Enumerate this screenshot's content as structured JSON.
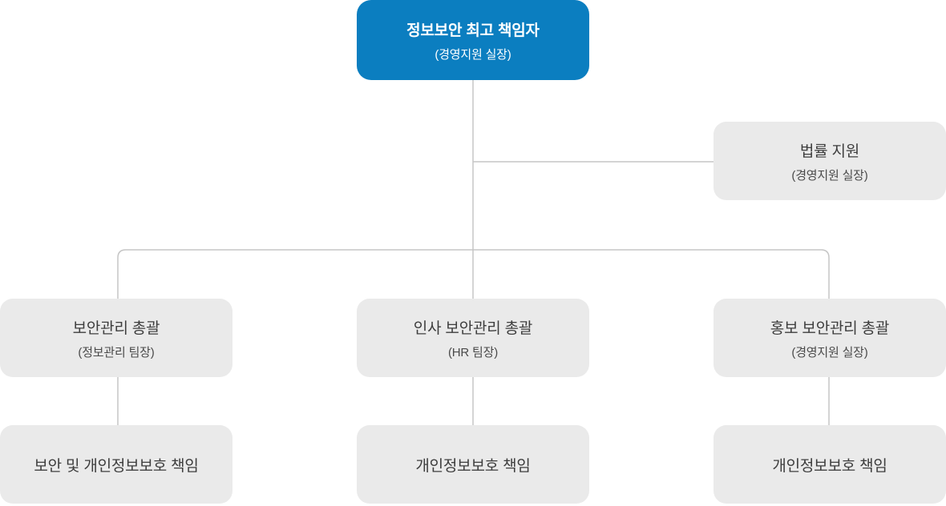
{
  "colors": {
    "primary_blue": "#0B7EC0",
    "box_gray": "#EAEAEA",
    "line_gray": "#C5C5C5",
    "text_on_blue": "#FFFFFF",
    "text_dark": "#3D3D3D",
    "text_sub": "#4A4A4A"
  },
  "org_chart": {
    "root": {
      "title": "정보보안 최고 책임자",
      "subtitle": "(경영지원 실장)"
    },
    "legal_support": {
      "title": "법률 지원",
      "subtitle": "(경영지원 실장)"
    },
    "branches": [
      {
        "title": "보안관리 총괄",
        "subtitle": "(정보관리 팀장)",
        "child": "보안 및 개인정보보호 책임"
      },
      {
        "title": "인사 보안관리 총괄",
        "subtitle": "(HR 팀장)",
        "child": "개인정보보호 책임"
      },
      {
        "title": "홍보 보안관리 총괄",
        "subtitle": "(경영지원 실장)",
        "child": "개인정보보호 책임"
      }
    ]
  }
}
